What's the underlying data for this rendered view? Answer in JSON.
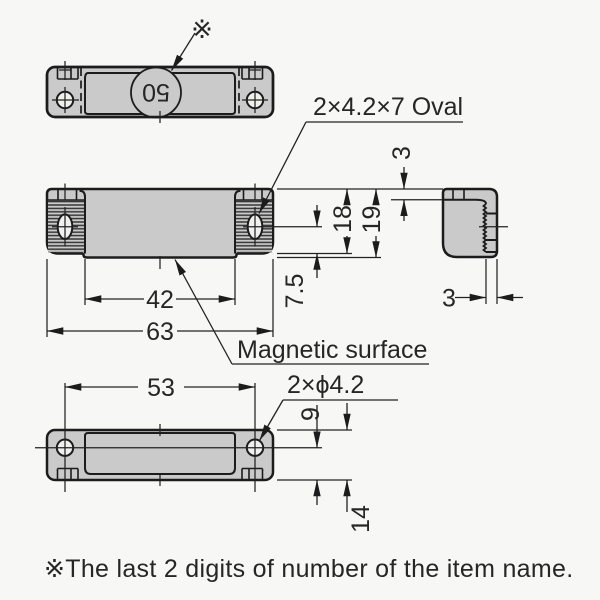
{
  "drawing": {
    "reference_mark": "※",
    "note": "※The last 2 digits of number of the item name.",
    "item_circle_text": "50",
    "labels": {
      "oval_holes": "2×4.2×7 Oval",
      "magnetic_surface": "Magnetic surface",
      "round_holes": "2×ϕ4.2"
    },
    "dimensions": {
      "overall_width": "63",
      "center_width": "42",
      "body_height": "18",
      "overall_height": "19",
      "oval_center_to_bottom": "7.5",
      "top_wall_thickness": "3",
      "side_wall_thickness": "3",
      "hole_pitch": "53",
      "hole_center_to_edge": "9",
      "depth": "14"
    },
    "colors": {
      "background": "#f7f7f6",
      "part_fill": "#c9cac9",
      "line": "#1c1c1c",
      "text": "#262626"
    }
  }
}
